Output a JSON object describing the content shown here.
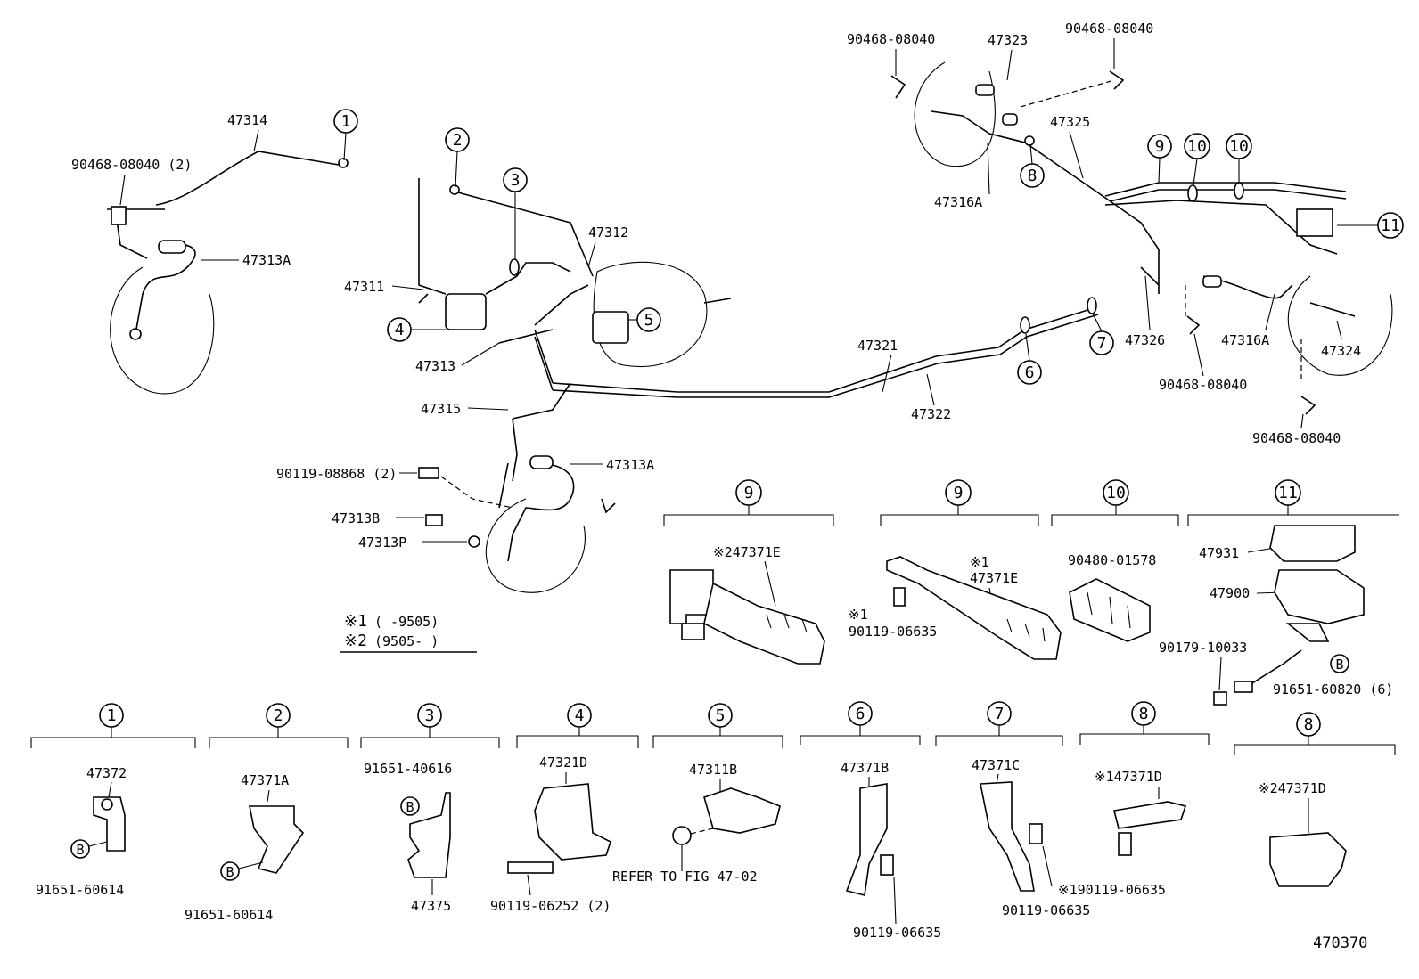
{
  "callouts": [
    "1",
    "2",
    "3",
    "4",
    "5",
    "6",
    "7",
    "8",
    "9",
    "10",
    "11"
  ],
  "parts_top": {
    "p47314": "47314",
    "p90468_2": "90468-08040 (2)",
    "p47313A_l": "47313A",
    "p47312": "47312",
    "p47311": "47311",
    "p47313": "47313",
    "p47315": "47315",
    "p47321": "47321",
    "p47322": "47322",
    "p90119_08868": "90119-08868 (2)",
    "p47313A_c": "47313A",
    "p47313B": "47313B",
    "p47313P": "47313P",
    "p90468_tl": "90468-08040",
    "p47323": "47323",
    "p90468_tr": "90468-08040",
    "p47325": "47325",
    "p47316A_t": "47316A",
    "p47326": "47326",
    "p47316A_r": "47316A",
    "p47324": "47324",
    "p90468_r1": "90468-08040",
    "p90468_r2": "90468-08040"
  },
  "notes": {
    "n1_mark": "※1",
    "n1_range": "(     -9505)",
    "n2_mark": "※2",
    "n2_range": "(9505-      )"
  },
  "detail_9a": {
    "label": "※247371E"
  },
  "detail_9b": {
    "l1": "※1",
    "l2": "47371E",
    "l3": "※1",
    "l4": "90119-06635"
  },
  "detail_10": {
    "label": "90480-01578"
  },
  "detail_11": {
    "l1": "47931",
    "l2": "47900",
    "l3": "90179-10033",
    "l4": "B",
    "l5": "91651-60820 (6)"
  },
  "bottom": {
    "d1": {
      "part": "47372",
      "b": "B",
      "bolt": "91651-60614"
    },
    "d2": {
      "part": "47371A",
      "b": "B",
      "bolt": "91651-60614"
    },
    "d3": {
      "bolt": "91651-40616",
      "b": "B",
      "part": "47375"
    },
    "d4": {
      "part": "47321D",
      "bolt": "90119-06252 (2)"
    },
    "d5": {
      "part": "47311B",
      "ref": "REFER TO FIG 47-02"
    },
    "d6": {
      "part": "47371B",
      "bolt": "90119-06635"
    },
    "d7": {
      "part": "47371C",
      "bolt1": "※190119-06635",
      "bolt2": "90119-06635"
    },
    "d8a": {
      "part": "※147371D"
    },
    "d8b": {
      "part": "※247371D"
    }
  },
  "figure_number": "470370"
}
